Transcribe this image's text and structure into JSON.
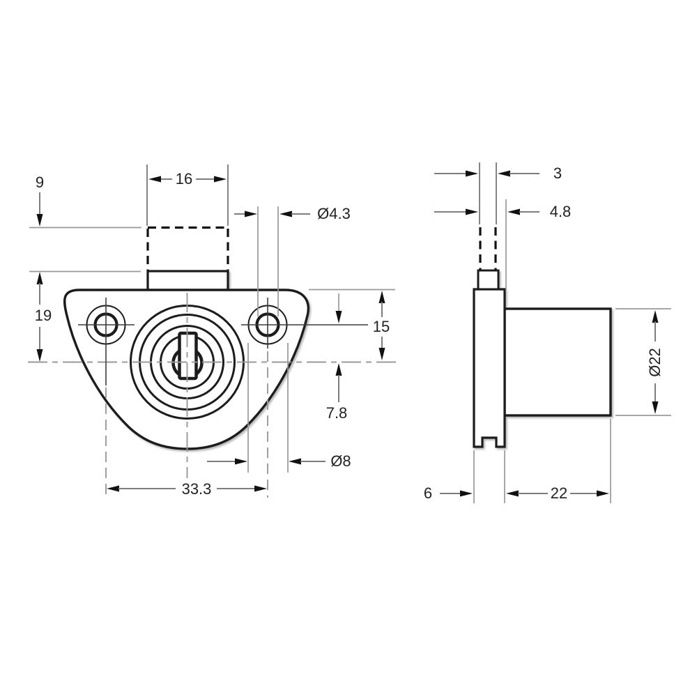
{
  "drawing": {
    "front_view": {
      "latch_width": "16",
      "latch_travel": "9",
      "screw_hole_diameter": "Ø4.3",
      "flange_height_above_center": "19",
      "flange_top_to_center": "15",
      "hole_line_to_center": "7.8",
      "counterbore_diameter": "Ø8",
      "hole_spacing": "33.3"
    },
    "side_view": {
      "latch_thickness": "3",
      "latch_projection": "4.8",
      "body_diameter": "Ø22",
      "plate_thickness": "6",
      "body_length": "22"
    },
    "colors": {
      "object_line": "#1a1a1a",
      "dimension_line": "#7d7d7d",
      "extension_line": "#999999",
      "text": "#222222",
      "background": "#ffffff"
    }
  }
}
